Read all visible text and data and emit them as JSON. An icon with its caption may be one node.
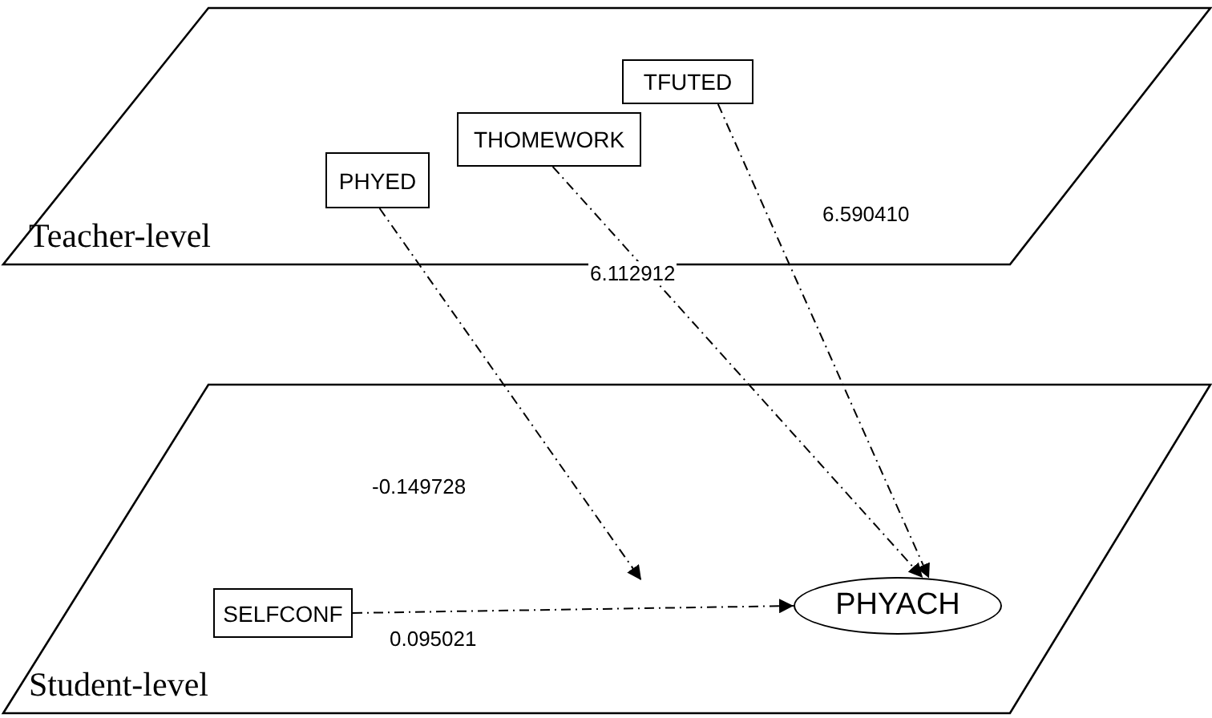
{
  "diagram": {
    "nodes": [
      {
        "text": [
          "Teacher-level"
        ]
      },
      {
        "text": [
          "TFUTED"
        ],
        "in": 0
      },
      {
        "text": [
          "THOMEWORK"
        ],
        "in": 0
      },
      {
        "text": [
          "PHYED"
        ],
        "in": 0
      },
      {
        "text": [
          "Student-level"
        ]
      },
      {
        "text": [
          "SELFCONF"
        ],
        "in": 4
      },
      {
        "text": [
          "PHYACH"
        ],
        "in": 4
      }
    ],
    "edges": [
      {
        "from": 1,
        "to": 6,
        "arrow": "to",
        "label": "6.590410",
        "style": "dashed"
      },
      {
        "from": 2,
        "to": 6,
        "arrow": "to",
        "label": "6.112912",
        "style": "dashed"
      },
      {
        "from": 3,
        "to": null,
        "arrow": "to",
        "label": "-0.149728",
        "style": "dashed"
      },
      {
        "from": 5,
        "to": 6,
        "arrow": "to",
        "label": "0.095021",
        "style": "dashed"
      }
    ]
  }
}
